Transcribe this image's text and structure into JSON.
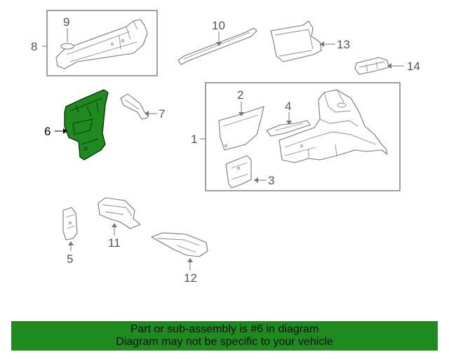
{
  "callouts": {
    "c1": "1",
    "c2": "2",
    "c3": "3",
    "c4": "4",
    "c5": "5",
    "c6": "6",
    "c7": "7",
    "c8": "8",
    "c9": "9",
    "c10": "10",
    "c11": "11",
    "c12": "12",
    "c13": "13",
    "c14": "14"
  },
  "highlighted_part": "6",
  "colors": {
    "highlight_fill": "#1f8a1f",
    "banner_background": "#1f8a1f",
    "line_gray": "#777777"
  },
  "banner": {
    "line1": "Part or sub-assembly is #6 in diagram",
    "line2": "Diagram may not be specific to your vehicle"
  }
}
